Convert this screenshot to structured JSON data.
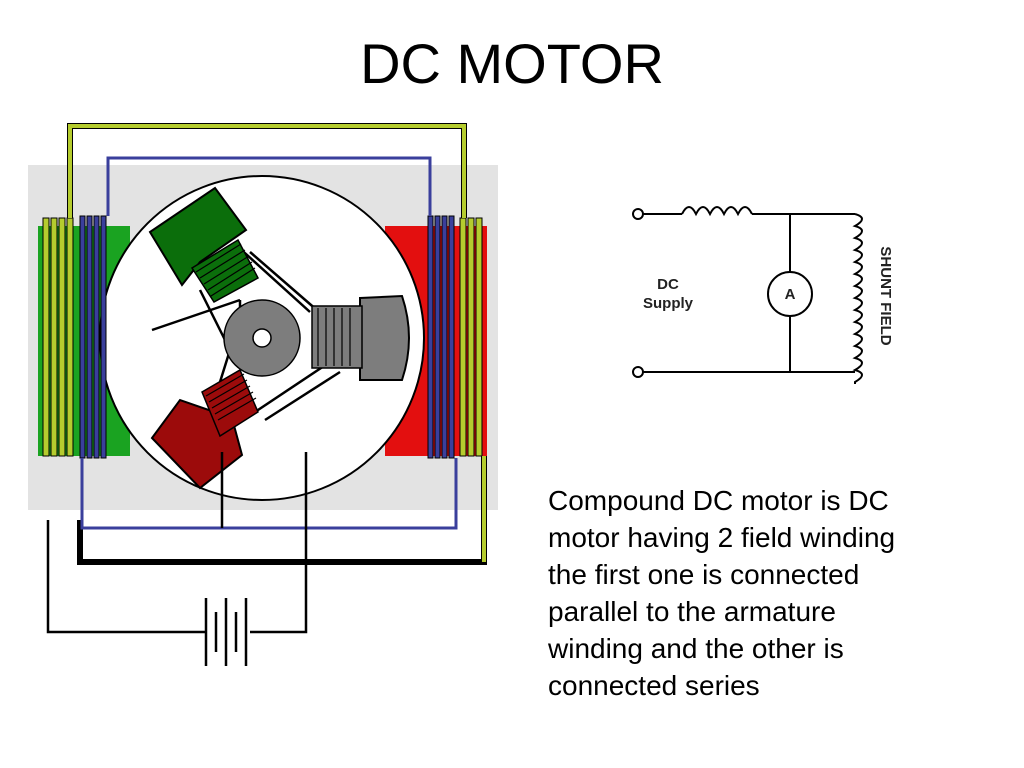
{
  "slide": {
    "title": "DC MOTOR"
  },
  "circuit": {
    "dc_label_line1": "DC",
    "dc_label_line2": "Supply",
    "ammeter_label": "A",
    "shunt_label": "SHUNT FIELD"
  },
  "description": {
    "lines": [
      "Compound DC motor is DC",
      "motor having 2 field winding",
      "the first one is connected",
      "parallel to the armature",
      "winding and the other is",
      "connected series"
    ]
  },
  "colors": {
    "series_wire": "#b5cc2e",
    "shunt_wire": "#3a3f9c",
    "north_pole": "#1aa321",
    "south_pole": "#e30f0f",
    "armature_green": "#0b6e0b",
    "armature_red": "#9c0b0b",
    "armature_grey": "#7d7d7d"
  }
}
